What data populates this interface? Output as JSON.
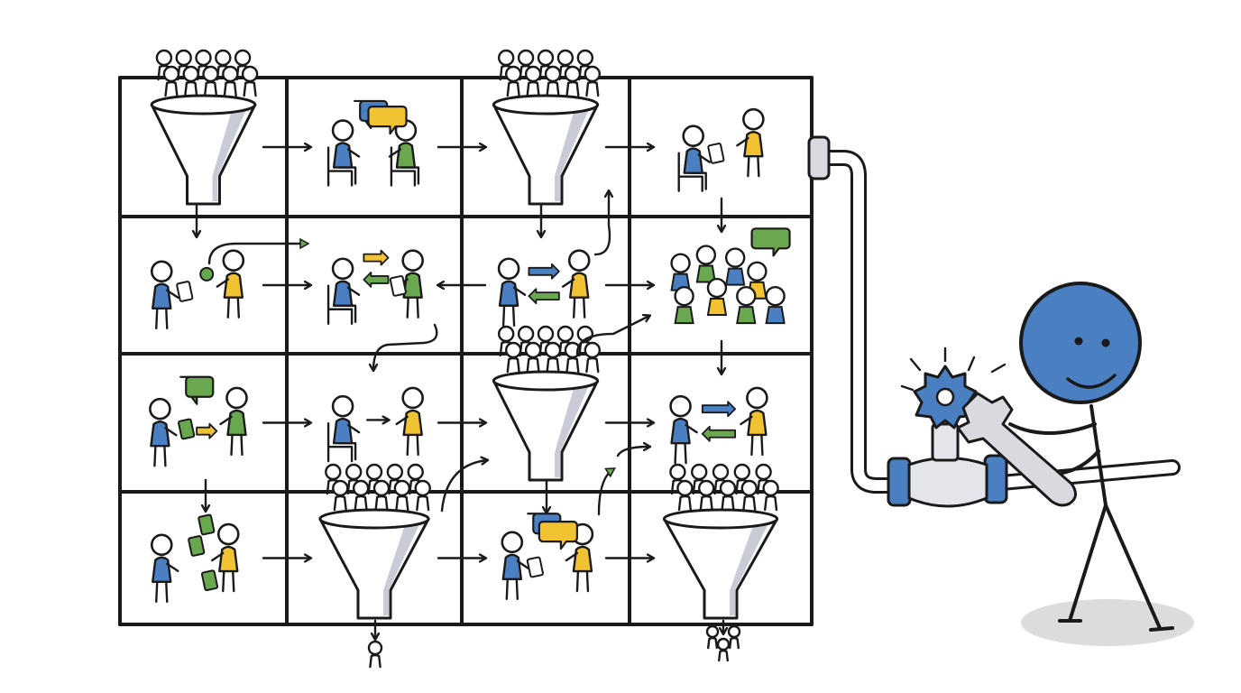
{
  "colors": {
    "ink": "#1a1a1a",
    "blue": "#4a7fc1",
    "green": "#6aa84f",
    "yellow": "#f1c232",
    "funnel_shade": "#c9ccd6",
    "ground_shadow": "#dcdcdc"
  },
  "grid": {
    "rows": 4,
    "cols": 4
  },
  "cells": [
    {
      "row": 0,
      "col": 0,
      "content": "funnel-crowd"
    },
    {
      "row": 0,
      "col": 1,
      "content": "seated-conversation"
    },
    {
      "row": 0,
      "col": 2,
      "content": "funnel-crowd"
    },
    {
      "row": 0,
      "col": 3,
      "content": "seated-reading-pair"
    },
    {
      "row": 1,
      "col": 0,
      "content": "idea-handoff"
    },
    {
      "row": 1,
      "col": 1,
      "content": "seated-document-exchange"
    },
    {
      "row": 1,
      "col": 2,
      "content": "two-way-exchange"
    },
    {
      "row": 1,
      "col": 3,
      "content": "group-discussion"
    },
    {
      "row": 2,
      "col": 0,
      "content": "card-handoff"
    },
    {
      "row": 2,
      "col": 1,
      "content": "seated-pointing"
    },
    {
      "row": 2,
      "col": 2,
      "content": "funnel-crowd"
    },
    {
      "row": 2,
      "col": 3,
      "content": "two-way-exchange"
    },
    {
      "row": 3,
      "col": 0,
      "content": "paper-exchange"
    },
    {
      "row": 3,
      "col": 1,
      "content": "funnel-crowd"
    },
    {
      "row": 3,
      "col": 2,
      "content": "document-discussion"
    },
    {
      "row": 3,
      "col": 3,
      "content": "funnel-crowd"
    }
  ],
  "operator": {
    "head_color": "blue",
    "tool": "wrench-icon",
    "valve": "gear-icon"
  }
}
